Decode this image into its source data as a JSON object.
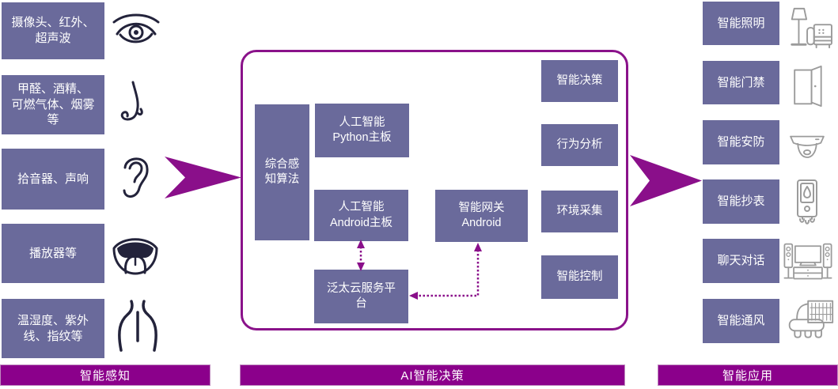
{
  "colors": {
    "box": "#6a6a9b",
    "bar": "#8b008b",
    "barBorder": "#c08ac0",
    "arrow": "#8a0f8a",
    "border": "#8a128a",
    "ink": "#23233b",
    "gray": "#9b9b9b",
    "text": "#ffffff"
  },
  "perception": {
    "footer_label": "智能感知",
    "items": [
      {
        "label": "摄像头、红外、\n超声波",
        "icon": "eye-icon"
      },
      {
        "label": "甲醛、酒精、\n可燃气体、烟雾\n等",
        "icon": "nose-icon"
      },
      {
        "label": "拾音器、声响",
        "icon": "ear-icon"
      },
      {
        "label": "播放器等",
        "icon": "tongue-icon"
      },
      {
        "label": "温湿度、紫外\n线、指纹等",
        "icon": "body-icon"
      }
    ]
  },
  "decision": {
    "footer_label": "AI智能决策",
    "nodes": {
      "algorithm": "综合感\n知算法",
      "python_board": "人工智能\nPython主板",
      "android_board": "人工智能\nAndroid主板",
      "cloud_platform": "泛太云服务平\n台",
      "gateway": "智能网关\nAndroid",
      "decision": "智能决策",
      "behavior": "行为分析",
      "environment": "环境采集",
      "control": "智能控制"
    }
  },
  "application": {
    "footer_label": "智能应用",
    "items": [
      {
        "label": "智能照明",
        "icon": "lighting-icon"
      },
      {
        "label": "智能门禁",
        "icon": "door-access-icon"
      },
      {
        "label": "智能安防",
        "icon": "security-camera-icon"
      },
      {
        "label": "智能抄表",
        "icon": "meter-reading-icon"
      },
      {
        "label": "聊天对话",
        "icon": "chat-tv-icon"
      },
      {
        "label": "智能通风",
        "icon": "ventilation-icon"
      }
    ]
  }
}
